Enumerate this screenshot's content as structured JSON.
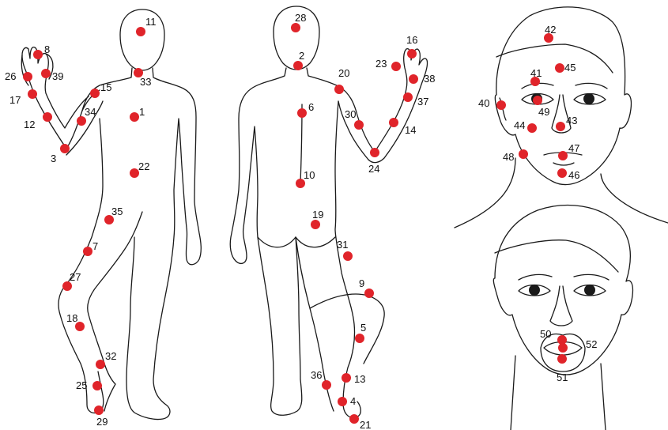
{
  "diagram": {
    "point_color": "#e0242a",
    "outline_color": "#1a1a1a",
    "panels": [
      {
        "id": "front-body",
        "points": [
          {
            "label": "11"
          },
          {
            "label": "33"
          },
          {
            "label": "1"
          },
          {
            "label": "22"
          },
          {
            "label": "35"
          },
          {
            "label": "7"
          },
          {
            "label": "27"
          },
          {
            "label": "18"
          },
          {
            "label": "32"
          },
          {
            "label": "25"
          },
          {
            "label": "29"
          },
          {
            "label": "15"
          },
          {
            "label": "34"
          },
          {
            "label": "3"
          },
          {
            "label": "12"
          },
          {
            "label": "17"
          },
          {
            "label": "26"
          },
          {
            "label": "8"
          },
          {
            "label": "39"
          }
        ]
      },
      {
        "id": "back-body",
        "points": [
          {
            "label": "28"
          },
          {
            "label": "2"
          },
          {
            "label": "6"
          },
          {
            "label": "10"
          },
          {
            "label": "20"
          },
          {
            "label": "30"
          },
          {
            "label": "24"
          },
          {
            "label": "14"
          },
          {
            "label": "37"
          },
          {
            "label": "38"
          },
          {
            "label": "16"
          },
          {
            "label": "23"
          },
          {
            "label": "19"
          },
          {
            "label": "31"
          },
          {
            "label": "9"
          },
          {
            "label": "5"
          },
          {
            "label": "13"
          },
          {
            "label": "36"
          },
          {
            "label": "4"
          },
          {
            "label": "21"
          }
        ]
      },
      {
        "id": "face-upper",
        "points": [
          {
            "label": "42"
          },
          {
            "label": "45"
          },
          {
            "label": "41"
          },
          {
            "label": "40"
          },
          {
            "label": "49"
          },
          {
            "label": "44"
          },
          {
            "label": "43"
          },
          {
            "label": "48"
          },
          {
            "label": "47"
          },
          {
            "label": "46"
          }
        ]
      },
      {
        "id": "face-lower",
        "points": [
          {
            "label": "50"
          },
          {
            "label": "52"
          },
          {
            "label": "51"
          }
        ]
      }
    ]
  }
}
